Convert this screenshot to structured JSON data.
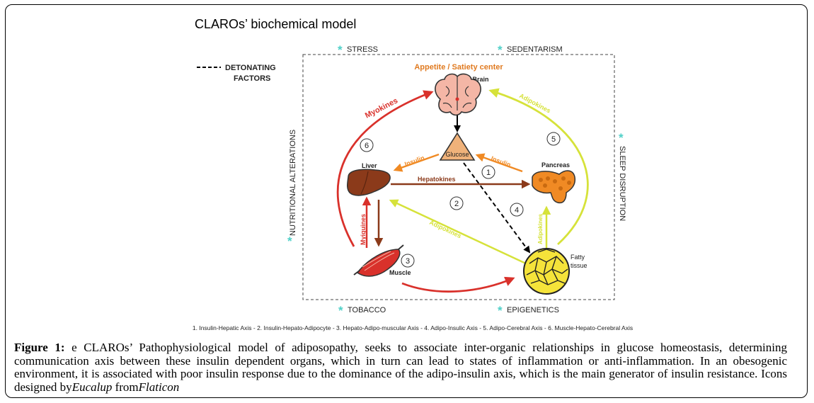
{
  "figure": {
    "title": "CLAROs’ biochemical model",
    "legend": {
      "line_label": "DETONATING",
      "line_label2": "FACTORS"
    },
    "factors": {
      "stress": "STRESS",
      "sedentarism": "SEDENTARISM",
      "tobacco": "TOBACCO",
      "epigenetics": "EPIGENETICS",
      "nutritional": "NUTRITIONAL ALTERATIONS",
      "sleep": "SLEEP DISRUPTION"
    },
    "organs": {
      "center_label": "Appetite / Satiety center",
      "brain": "Brain",
      "glucose": "Glucose",
      "liver": "Liver",
      "pancreas": "Pancreas",
      "muscle": "Muscle",
      "fatty": "Fatty",
      "fatty2": "tissue"
    },
    "signals": {
      "myokines": "Myokines",
      "myiquines": "Myiquines",
      "insulin_left": "Insulin",
      "insulin_right": "Insulin",
      "hepatokines": "Hepatokines",
      "adipokines_top": "Adipokines",
      "adipokines_mid": "Adipokines",
      "adipokines_vert": "Adipokines"
    },
    "axes_numbers": [
      "1",
      "2",
      "3",
      "4",
      "5",
      "6"
    ],
    "axes_legend": "1. Insulin-Hepatic Axis - 2. Insulin-Hepato-Adipocyte - 3. Hepato-Adipo-muscular Axis - 4. Adipo-Insulic Axis - 5. Adipo-Cerebral Axis - 6. Muscle-Hepato-Cerebral Axis",
    "colors": {
      "red": "#d9312b",
      "orange": "#f08a24",
      "brown": "#8b3a1a",
      "yellow": "#d6e23a",
      "teal": "#4fd0c8"
    }
  },
  "caption": {
    "label": "Figure 1:",
    "text_a": " e CLAROs’ Pathophysiological model of adiposopathy, seeks to associate inter-organic relationships in glucose homeostasis, determining communication axis between these insulin dependent organs, which in turn can lead to states of inflammation or anti-inflammation. In an obesogenic environment, it is associated with poor insulin response due to the dominance of the adipo-insulin axis, which is the main generator of insulin resistance. Icons designed by",
    "author": "Eucalup",
    "text_b": " from",
    "source": "Flaticon"
  }
}
